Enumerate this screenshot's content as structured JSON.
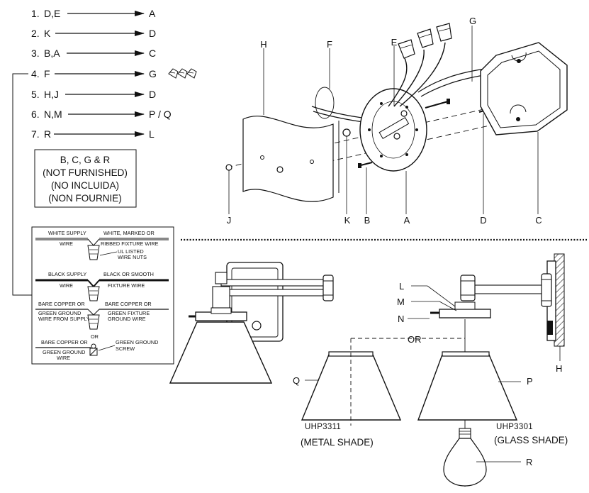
{
  "steps": [
    {
      "num": "1.",
      "from": "D,E",
      "to": "A"
    },
    {
      "num": "2.",
      "from": "K",
      "to": "D"
    },
    {
      "num": "3.",
      "from": "B,A",
      "to": "C"
    },
    {
      "num": "4.",
      "from": "F",
      "to": "G"
    },
    {
      "num": "5.",
      "from": "H,J",
      "to": "D"
    },
    {
      "num": "6.",
      "from": "N,M",
      "to": "P / Q"
    },
    {
      "num": "7.",
      "from": "R",
      "to": "L"
    }
  ],
  "not_furnished": {
    "line1": "B, C, G & R",
    "line2": "(NOT FURNISHED)",
    "line3": "(NO INCLUIDA)",
    "line4": "(NON FOURNIE)"
  },
  "wiring": {
    "white_supply": "WHITE SUPPLY",
    "white_marked": "WHITE, MARKED OR",
    "wire_a": "WIRE",
    "ribbed": "RIBBED FIXTURE WIRE",
    "ul_listed": "UL LISTED",
    "wire_nuts": "WIRE NUTS",
    "black_supply": "BLACK SUPPLY",
    "black_smooth": "BLACK OR SMOOTH",
    "wire_b": "WIRE",
    "fixture_wire": "FIXTURE WIRE",
    "bare_copper_a": "BARE COPPER OR",
    "green_ground_from": "GREEN GROUND",
    "wire_from_supply": "WIRE FROM SUPPLY",
    "bare_copper_b": "BARE COPPER OR",
    "green_fixture": "GREEN FIXTURE",
    "ground_wire": "GROUND WIRE",
    "or": "OR",
    "bare_copper_c": "BARE COPPER OR",
    "green_ground_wire": "GREEN GROUND",
    "wire_c": "WIRE",
    "green_ground_screw": "GREEN GROUND",
    "screw": "SCREW"
  },
  "exploded_labels": {
    "H": "H",
    "F": "F",
    "E": "E",
    "G": "G",
    "J": "J",
    "K": "K",
    "B": "B",
    "A": "A",
    "D": "D",
    "C": "C"
  },
  "lower_labels": {
    "L": "L",
    "M": "M",
    "N": "N",
    "OR": "OR",
    "Q": "Q",
    "P": "P",
    "H": "H",
    "R": "R"
  },
  "models": {
    "metal_code": "UHP3311",
    "metal_name": "(METAL SHADE)",
    "glass_code": "UHP3301",
    "glass_name": "(GLASS SHADE)"
  },
  "icons": [
    "arrow-right-icon",
    "wire-nut-icon",
    "ground-screw-icon",
    "light-bulb-icon"
  ]
}
